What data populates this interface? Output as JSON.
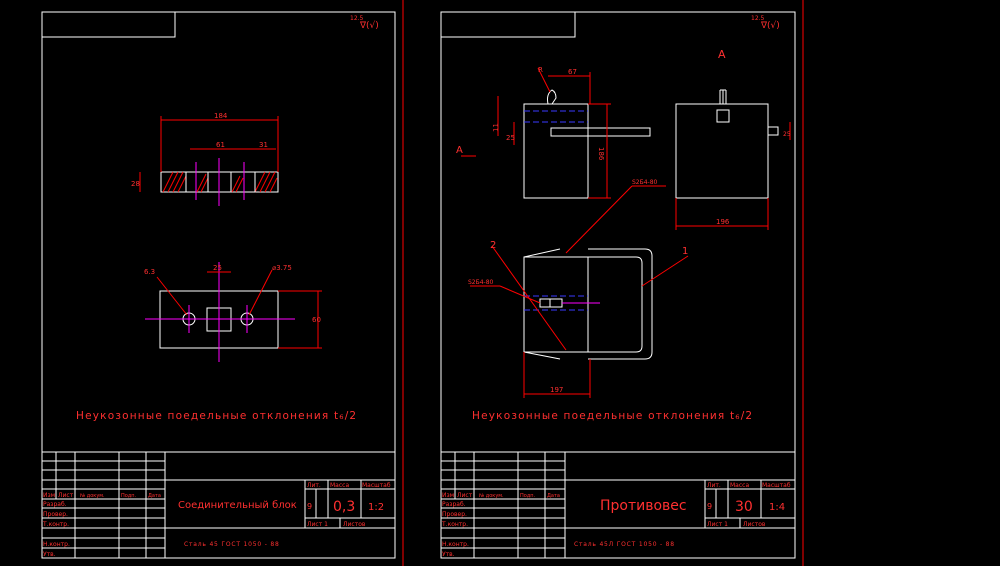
{
  "sheet1": {
    "roughness_top": "12.5",
    "roughness_sym": "∇(√)",
    "dims": {
      "len": "184",
      "mid": "61",
      "right": "31",
      "height": "28",
      "hole": "6.3",
      "slot": "25",
      "dia": "⌀3.75",
      "h60": "60"
    },
    "note": "Неукозонные поедельные отклонения t₆/2",
    "title": "Соединительный блок",
    "material": "Сталь 45 ГОСТ 1050 - 88",
    "lit": "9",
    "mass": "0,3",
    "scale": "1:2"
  },
  "sheet2": {
    "roughness_top": "12.5",
    "roughness_sym": "∇(√)",
    "view_label": "А",
    "arrow_label": "А",
    "dims": {
      "r": "R",
      "d67": "67",
      "d11": "11",
      "d25": "25",
      "d186": "186",
      "d196": "196",
      "d25b": "25",
      "weld1": "S2Б4-80",
      "weld2": "S2Б4-80",
      "d197": "197",
      "pos2": "2",
      "pos1": "1"
    },
    "note": "Неукозонные поедельные отклонения t₆/2",
    "title": "Противовес",
    "material": "Сталь 45Л ГОСТ 1050 - 88",
    "lit": "9",
    "mass": "30",
    "scale": "1:4"
  },
  "titleblock": {
    "col_lit": "Лит.",
    "col_mass": "Масса",
    "col_scale": "Масштаб",
    "sheet": "Лист 1",
    "sheets": "Листов",
    "rows": [
      "Изм",
      "Лист",
      "№ докум.",
      "Подп.",
      "Дата"
    ],
    "roles": [
      "Разраб.",
      "Провер.",
      "Т.контр.",
      "Н.контр.",
      "Утв."
    ]
  }
}
